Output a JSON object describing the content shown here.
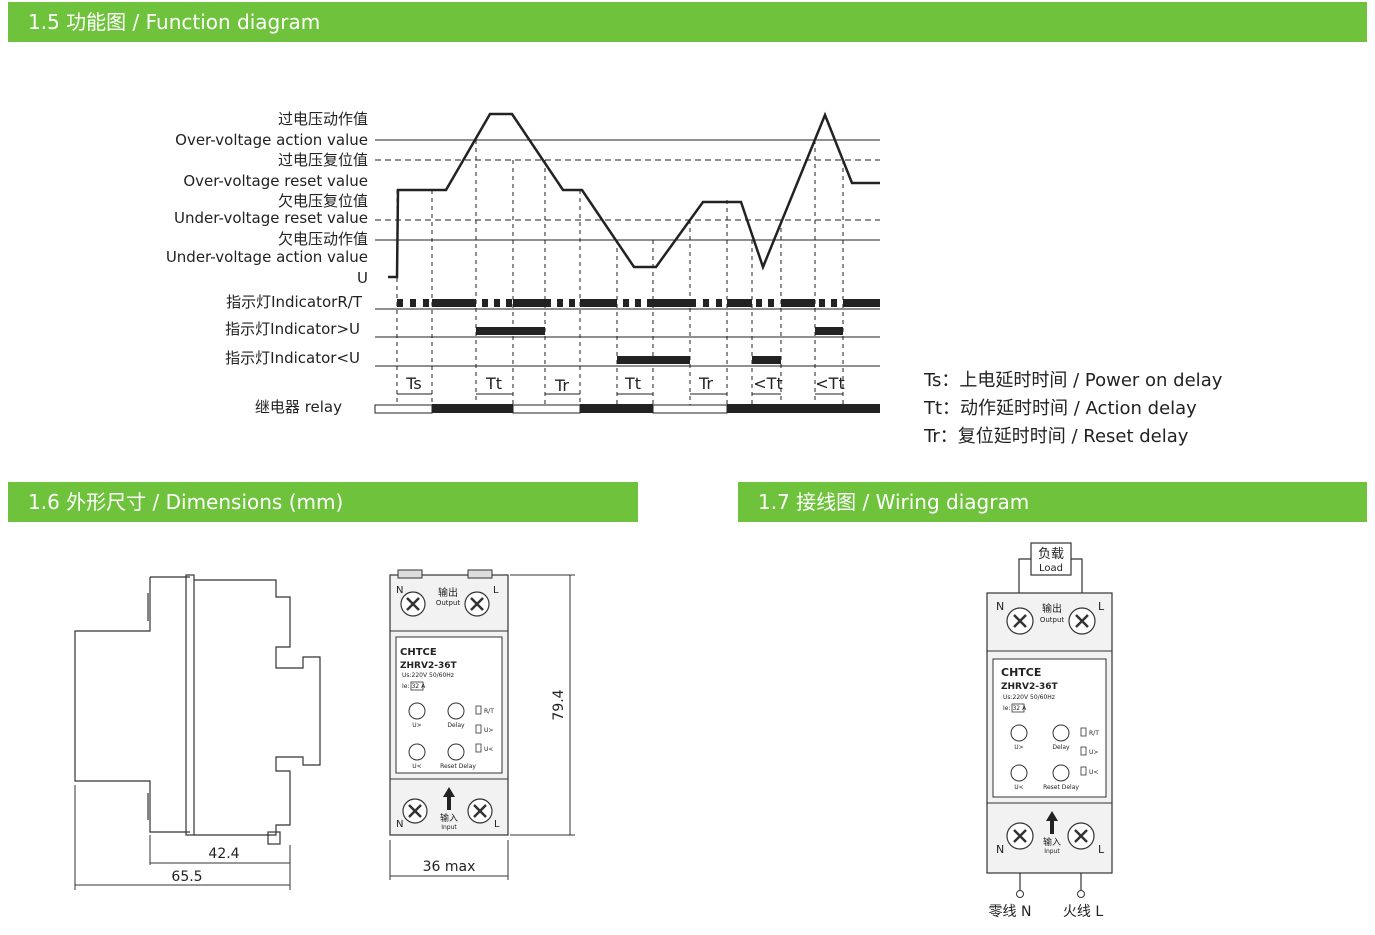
{
  "sections": {
    "function": "1.5 功能图 / Function diagram",
    "dimensions": "1.6 外形尺寸 / Dimensions (mm)",
    "wiring": "1.7 接线图 / Wiring diagram"
  },
  "function_diagram": {
    "levels": {
      "ov_action_zh": "过电压动作值",
      "ov_action_en": "Over-voltage action value",
      "ov_reset_zh": "过电压复位值",
      "ov_reset_en": "Over-voltage reset value",
      "uv_reset_zh": "欠电压复位值",
      "uv_reset_en": "Under-voltage reset value",
      "uv_action_zh": "欠电压动作值",
      "uv_action_en": "Under-voltage action value",
      "u": "U"
    },
    "indicator_rt": "指示灯IndicatorR/T",
    "indicator_over": "指示灯Indicator>U",
    "indicator_under": "指示灯Indicator<U",
    "relay": "继电器 relay",
    "intervals": [
      "Ts",
      "Tt",
      "Tr",
      "Tt",
      "Tr",
      "<Tt",
      "<Tt"
    ]
  },
  "legend": {
    "ts": "Ts：上电延时时间 / Power on delay",
    "tt": "Tt：动作延时时间 / Action delay",
    "tr": "Tr：复位延时时间 / Reset delay"
  },
  "device": {
    "brand": "CHTCE",
    "model": "ZHRV2-36T",
    "rating": "Us:220V 50/60Hz",
    "current_prefix": "Ie:",
    "current_value": "32",
    "current_unit": "A",
    "output_zh": "输出",
    "output_en": "Output",
    "input_zh": "输入",
    "input_en": "Input",
    "terminal_n": "N",
    "terminal_l": "L",
    "knob_u_over": "U>",
    "knob_delay": "Delay",
    "knob_u_under": "U<",
    "knob_reset": "Reset Delay",
    "led_rt": "R/T",
    "led_over": "U>",
    "led_under": "U<"
  },
  "dimensions": {
    "depth_inner": "42.4",
    "depth_outer": "65.5",
    "height": "79.4",
    "width": "36 max"
  },
  "wiring": {
    "load_zh": "负载",
    "load_en": "Load",
    "neutral": "零线 N",
    "live": "火线 L"
  }
}
